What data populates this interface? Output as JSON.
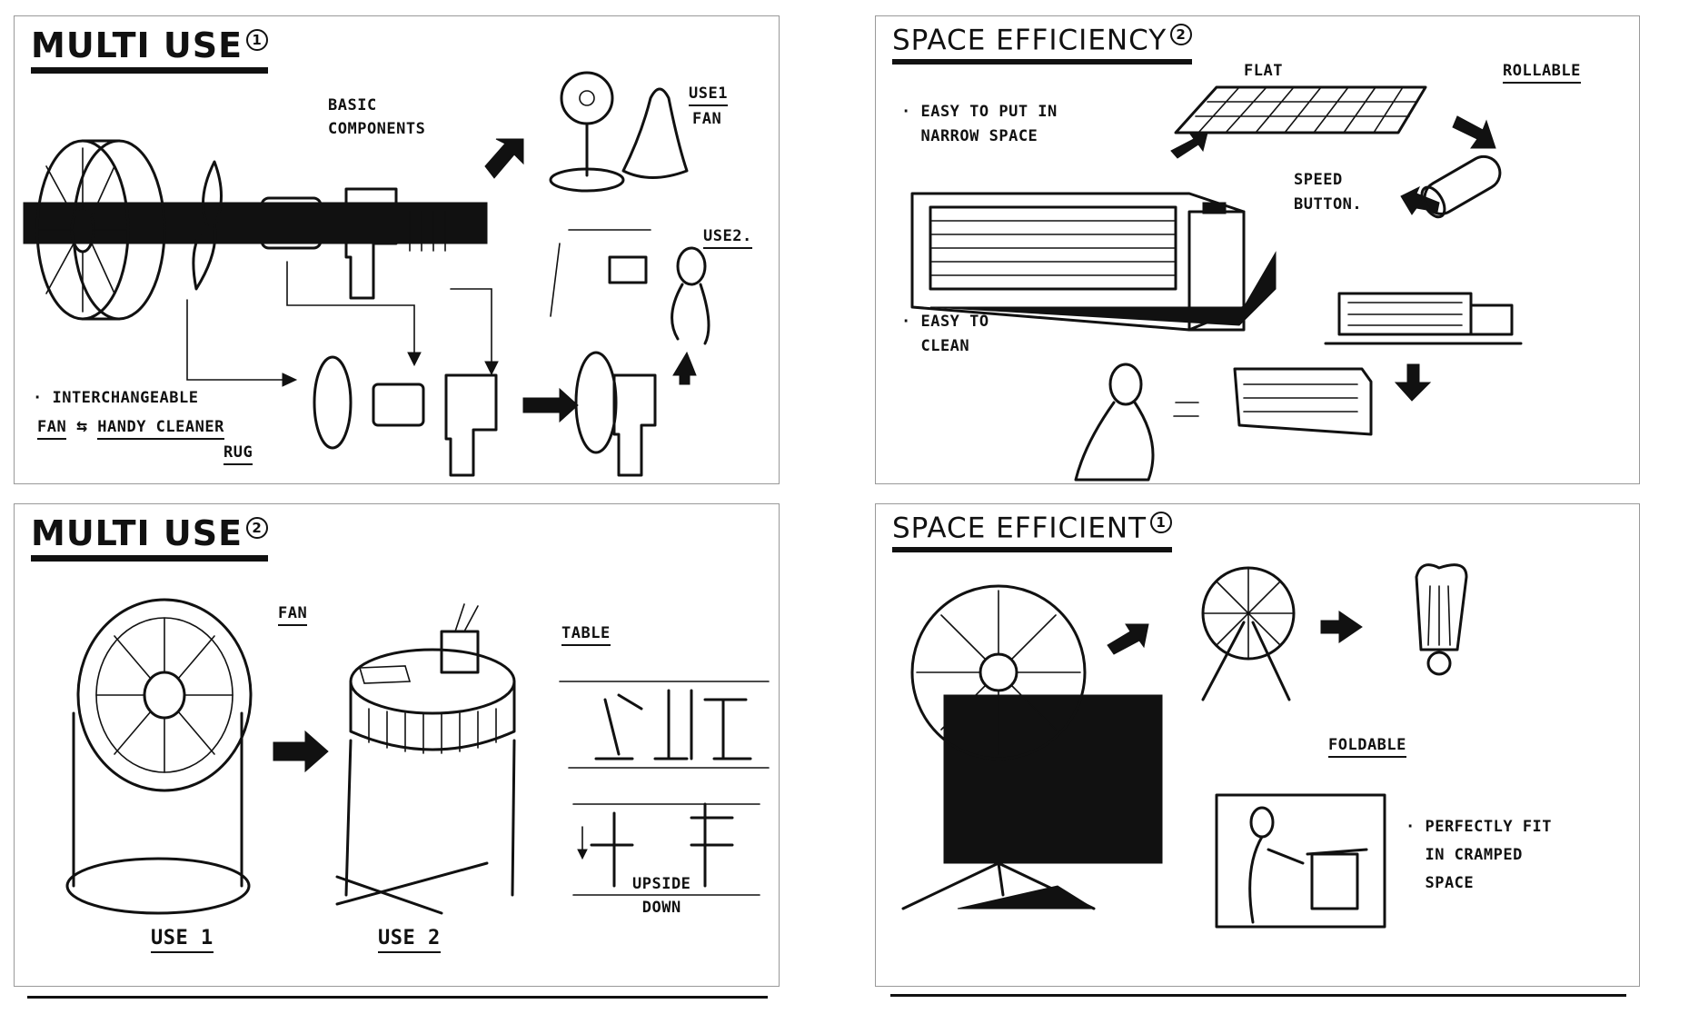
{
  "panels": {
    "multi_use_1": {
      "title": "MULTI USE",
      "num": "1",
      "basic_components": "BASIC\nCOMPONENTS",
      "use1": "USE1",
      "fan": "FAN",
      "use2": "USE2.",
      "interchangeable": "· INTERCHANGEABLE",
      "fan_word": "FAN",
      "arrows": "⇆",
      "handy_cleaner": "HANDY CLEANER",
      "rug": "RUG"
    },
    "space_efficiency_2": {
      "title": "SPACE EFFICIENCY",
      "num": "2",
      "flat": "FLAT",
      "rollable": "ROLLABLE",
      "easy_put": "· EASY TO PUT IN\n  NARROW SPACE",
      "speed_button": "SPEED\nBUTTON.",
      "easy_clean": "· EASY TO\n  CLEAN"
    },
    "multi_use_2": {
      "title": "MULTI USE",
      "num": "2",
      "fan": "FAN",
      "table": "TABLE",
      "use1": "USE 1",
      "use2": "USE 2",
      "upside_down": "UPSIDE\nDOWN"
    },
    "space_efficient_1": {
      "title": "SPACE EFFICIENT",
      "num": "1",
      "foldable": "FOLDABLE",
      "perfectly_fit": "· PERFECTLY FIT\n  IN CRAMPED\n  SPACE"
    }
  }
}
